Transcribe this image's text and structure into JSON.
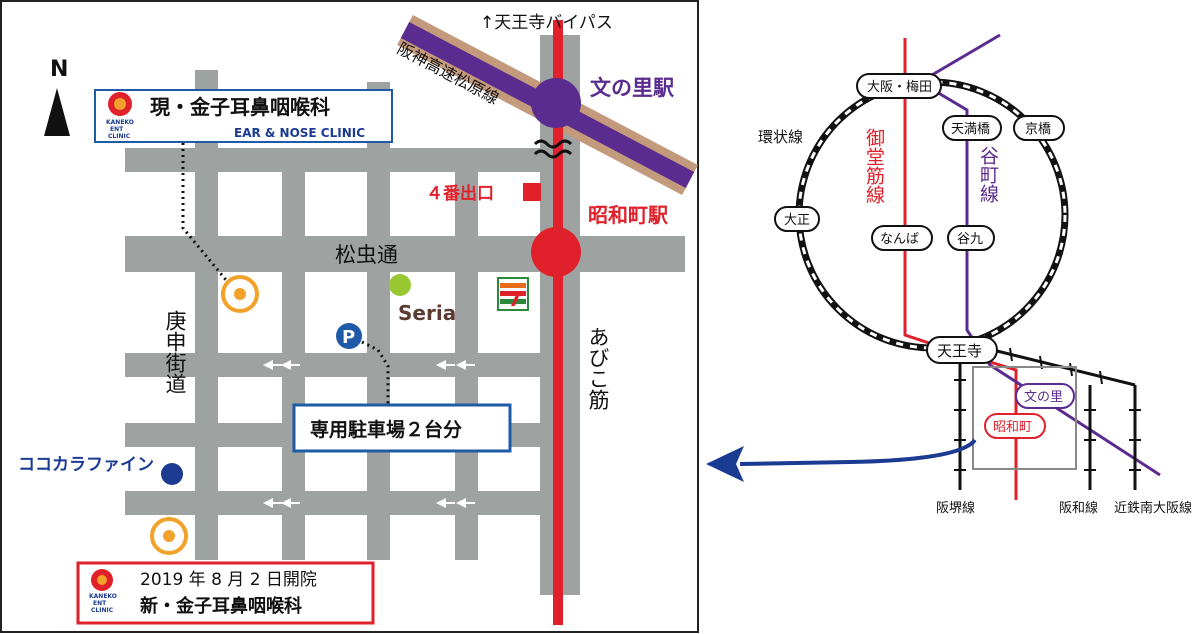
{
  "local_map": {
    "north_label": "N",
    "bypass_label": "↑天王寺バイパス",
    "expressway_label": "阪神高速松原線",
    "station_fumi": "文の里駅",
    "station_showa": "昭和町駅",
    "exit_label": "４番出口",
    "street_matsumushi": "松虫通",
    "street_koshin": "庚申街道",
    "street_abiko": "あびこ筋",
    "store_seria": "Seria",
    "store_cocokara": "ココカラファイン",
    "parking_label": "P",
    "parking_box": "専用駐車場２台分",
    "current_clinic": {
      "name": "現・金子耳鼻咽喉科",
      "english": "EAR & NOSE CLINIC",
      "logo_text": [
        "KANEKO",
        "ENT",
        "CLINIC"
      ]
    },
    "new_clinic": {
      "opening": "2019 年 8 月 2 日開院",
      "name": "新・金子耳鼻咽喉科",
      "logo_text": [
        "KANEKO",
        "ENT",
        "CLINIC"
      ]
    },
    "colors": {
      "road": "#9ea3a2",
      "abiko_line": "#e0202a",
      "tanimachi_line": "#5b2c8f",
      "expressway_edge": "#c49a7c",
      "clinic_marker": "#f2a12a",
      "cocokara": "#1b3b93",
      "seria": "#9ac832",
      "parking": "#1f5aa6"
    }
  },
  "route_map": {
    "loop_label": "環状線",
    "midosuji_label": "御堂筋線",
    "tanimachi_label": "谷町線",
    "stations": {
      "osaka": "大阪・梅田",
      "tenmabashi": "天満橋",
      "kyobashi": "京橋",
      "taisho": "大正",
      "namba": "なんば",
      "tanimachi9": "谷九",
      "tennoji": "天王寺",
      "fuminosato": "文の里",
      "showacho": "昭和町"
    },
    "line_labels": {
      "hankai": "阪堺線",
      "hanwa": "阪和線",
      "kintetsu": "近鉄南大阪線"
    }
  }
}
